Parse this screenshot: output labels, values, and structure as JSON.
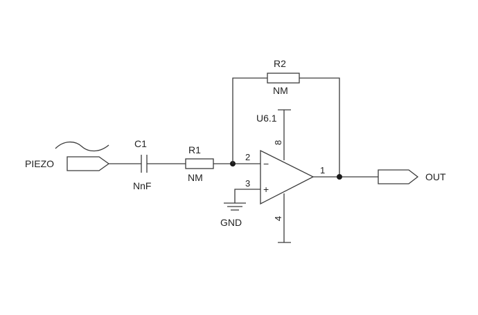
{
  "diagram": {
    "input_port": "PIEZO",
    "output_port": "OUT",
    "capacitor": {
      "ref": "C1",
      "value": "NnF"
    },
    "resistor_in": {
      "ref": "R1",
      "value": "NM"
    },
    "resistor_fb": {
      "ref": "R2",
      "value": "NM"
    },
    "opamp": {
      "ref": "U6.1",
      "inverting_symbol": "−",
      "noninverting_symbol": "+",
      "pins": {
        "inverting": "2",
        "noninverting": "3",
        "output": "1",
        "vplus": "8",
        "vminus": "4"
      }
    },
    "ground": "GND"
  }
}
